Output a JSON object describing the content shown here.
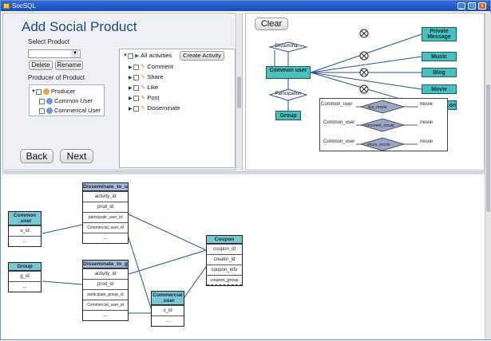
{
  "window": {
    "title": "SocSQL",
    "minimize": "_",
    "maximize": "□",
    "close": "x"
  },
  "left_panel": {
    "heading": "Add Social Product",
    "select_product_label": "Select Product",
    "delete_label": "Delete",
    "rename_label": "Rename",
    "producer_label": "Producer of Product",
    "producer_tree": {
      "root": "Producer",
      "children": [
        "Common User",
        "Commerical User"
      ]
    },
    "back_label": "Back",
    "next_label": "Next"
  },
  "activity_tree": {
    "root": "All activities",
    "create_label": "Create Activity",
    "items": [
      "Comment",
      "Share",
      "Like",
      "Post",
      "Disseminate"
    ]
  },
  "graph": {
    "clear_label": "Clear",
    "common_user": "Common user",
    "group": "Group",
    "diamond_top": "Dissemina...",
    "diamond_mid": "Participation",
    "targets": [
      "Private Message",
      "Music",
      "Blog",
      "Movie",
      "...on"
    ],
    "popup_rows": [
      {
        "left": "Common_user",
        "rel": "like_movie",
        "right": "movie"
      },
      {
        "left": "Common_user",
        "rel": "comment_movie",
        "right": "movie"
      },
      {
        "left": "Common_user",
        "rel": "share_movie",
        "right": "movie"
      }
    ]
  },
  "er": {
    "entities": [
      {
        "id": "common",
        "title": "Common _user",
        "rows": [
          "u_id",
          "..."
        ]
      },
      {
        "id": "group",
        "title": "Group",
        "rows": [
          "g_id",
          "..."
        ]
      },
      {
        "id": "diss_u",
        "title": "Disseminate_to_u",
        "rows": [
          "activity_id",
          "prod_id",
          "participate_user_id",
          "Commercial_user_id",
          "..."
        ]
      },
      {
        "id": "diss_g",
        "title": "Disseminate_to_g",
        "rows": [
          "activity_id",
          "prod_id",
          "participate_group_id",
          "Commercial_user_id",
          "..."
        ]
      },
      {
        "id": "coupon",
        "title": "Coupon",
        "rows": [
          "coupon_id",
          "creator_id",
          "coupon_info",
          "coupon_group"
        ]
      },
      {
        "id": "commercial",
        "title": "Commercial _user",
        "rows": [
          "u_id",
          "..."
        ]
      }
    ]
  }
}
